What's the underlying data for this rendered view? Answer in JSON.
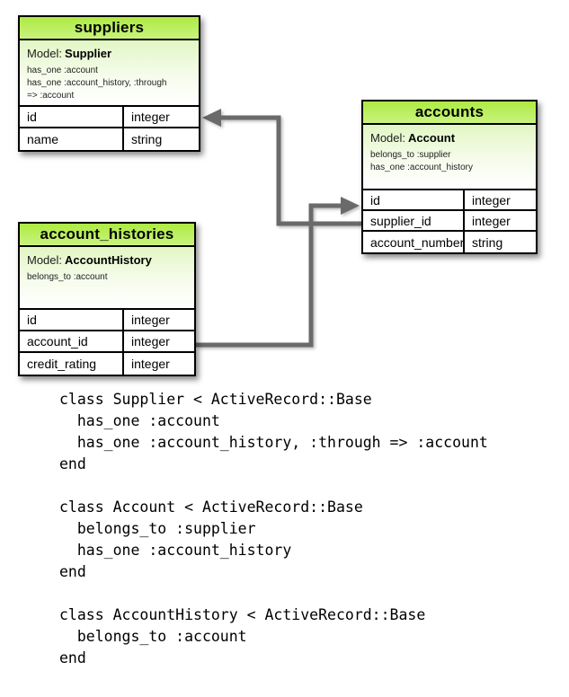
{
  "diagram": {
    "tables": [
      {
        "title": "suppliers",
        "model_label": "Model:",
        "model_name": "Supplier",
        "associations": [
          "has_one :account",
          "has_one :account_history, :through",
          "=> :account"
        ],
        "rows": [
          {
            "name": "id",
            "type": "integer"
          },
          {
            "name": "name",
            "type": "string"
          }
        ]
      },
      {
        "title": "accounts",
        "model_label": "Model:",
        "model_name": "Account",
        "associations": [
          "belongs_to :supplier",
          "has_one :account_history"
        ],
        "rows": [
          {
            "name": "id",
            "type": "integer"
          },
          {
            "name": "supplier_id",
            "type": "integer"
          },
          {
            "name": "account_number",
            "type": "string"
          }
        ]
      },
      {
        "title": "account_histories",
        "model_label": "Model:",
        "model_name": "AccountHistory",
        "associations": [
          "belongs_to :account"
        ],
        "rows": [
          {
            "name": "id",
            "type": "integer"
          },
          {
            "name": "account_id",
            "type": "integer"
          },
          {
            "name": "credit_rating",
            "type": "integer"
          }
        ]
      }
    ],
    "arrows": [
      {
        "from": "accounts.supplier_id",
        "to": "suppliers.id"
      },
      {
        "from": "account_histories.account_id",
        "to": "accounts.id"
      }
    ]
  },
  "code": {
    "blocks": [
      {
        "lines": [
          "class Supplier < ActiveRecord::Base",
          "  has_one :account",
          "  has_one :account_history, :through => :account",
          "end"
        ]
      },
      {
        "lines": [
          "class Account < ActiveRecord::Base",
          "  belongs_to :supplier",
          "  has_one :account_history",
          "end"
        ]
      },
      {
        "lines": [
          "class AccountHistory < ActiveRecord::Base",
          "  belongs_to :account",
          "end"
        ]
      }
    ]
  },
  "colors": {
    "header_green": "#b9ef55",
    "model_gradient_top": "#e2f6c4",
    "arrow_gray": "#6a6a6a",
    "border_black": "#000000"
  }
}
